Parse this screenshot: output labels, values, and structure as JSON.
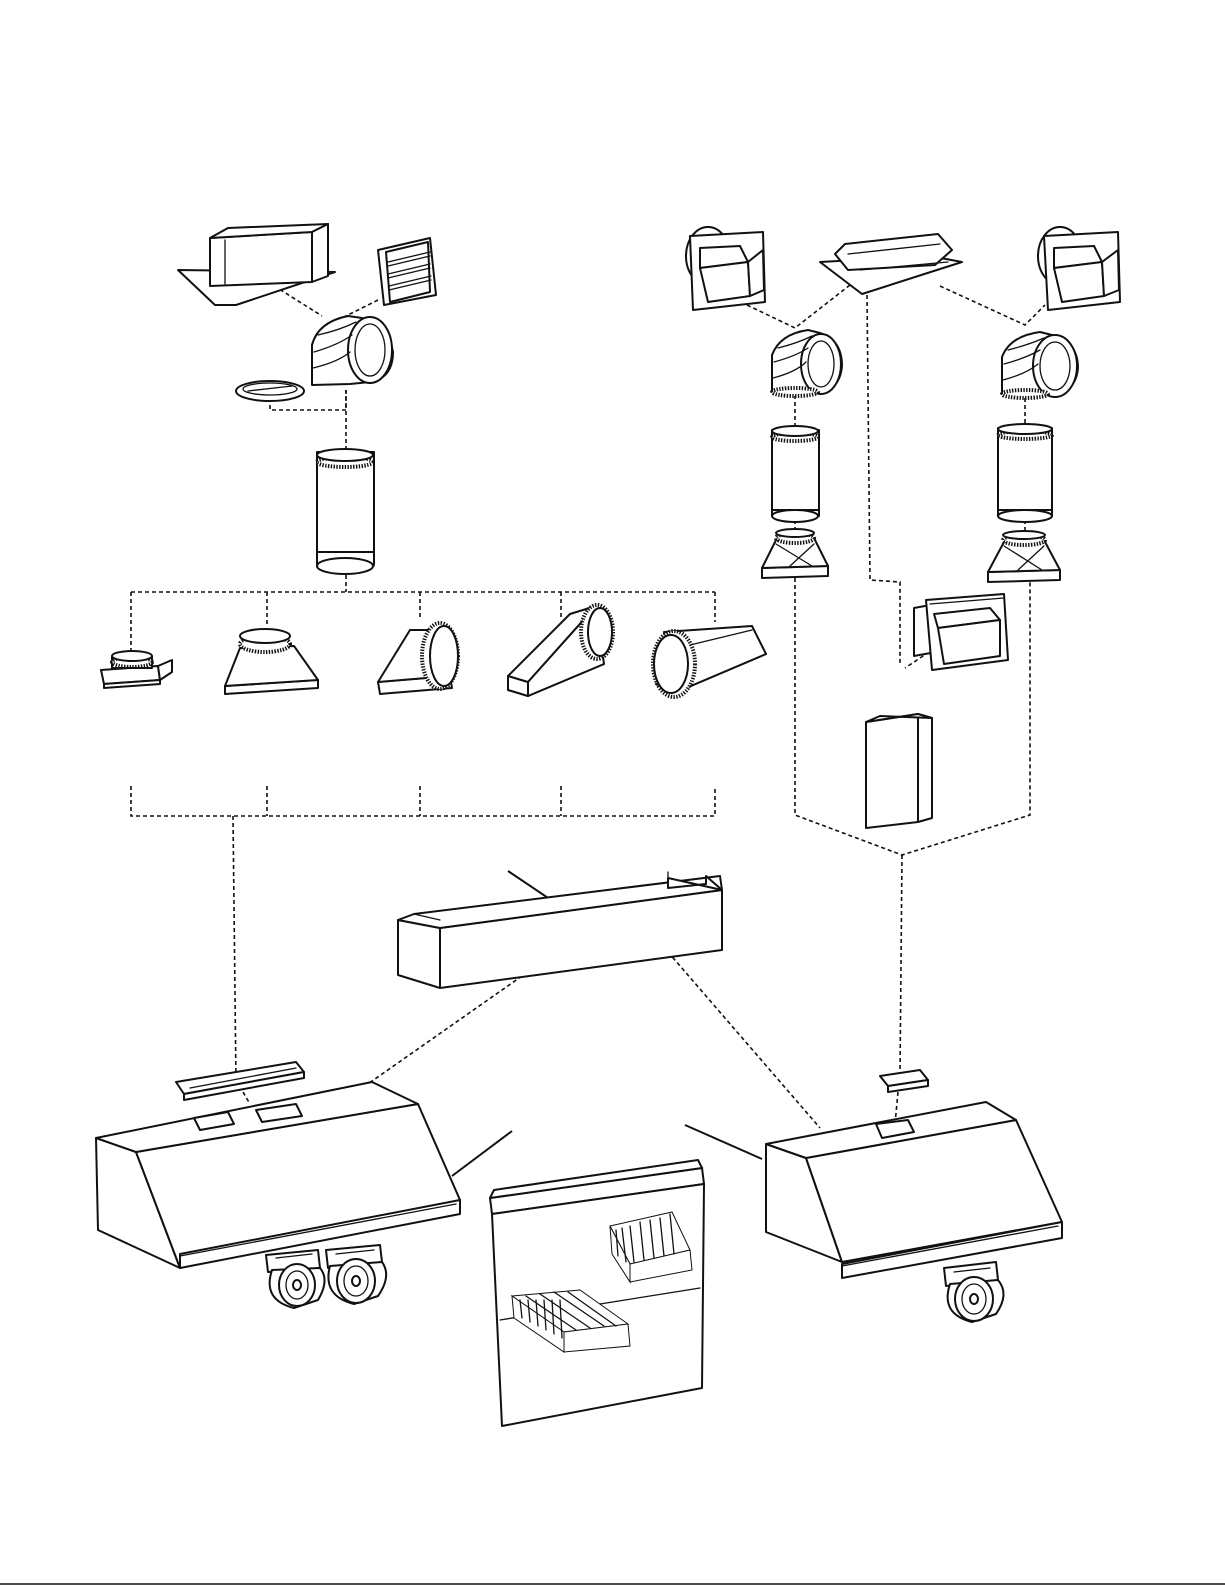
{
  "figure": {
    "description_visible_text": [],
    "colors": {
      "line": "#111111",
      "background": "#ffffff"
    }
  },
  "parts": [
    "roof-jack-flat",
    "wall-cap-louvered",
    "elbow-round-left",
    "damper-ring",
    "round-duct-pipe",
    "round-collar-adapter",
    "round-to-rect-transition",
    "side-outlet-transition-a",
    "side-outlet-transition-b",
    "side-outlet-transition-c",
    "wall-cap-top-left",
    "roof-cap-peaked",
    "wall-cap-top-right",
    "elbow-round-mid",
    "elbow-round-right",
    "duct-pipe-mid",
    "duct-pipe-right",
    "transition-mid",
    "transition-right",
    "wall-cap-center",
    "rect-duct-vertical",
    "duct-cover-flue",
    "hood-left-dual-blower",
    "hood-right-single-blower",
    "damper-adapter-left",
    "damper-adapter-right",
    "backsplash-with-shelves",
    "blower-left-a",
    "blower-left-b",
    "blower-right"
  ]
}
